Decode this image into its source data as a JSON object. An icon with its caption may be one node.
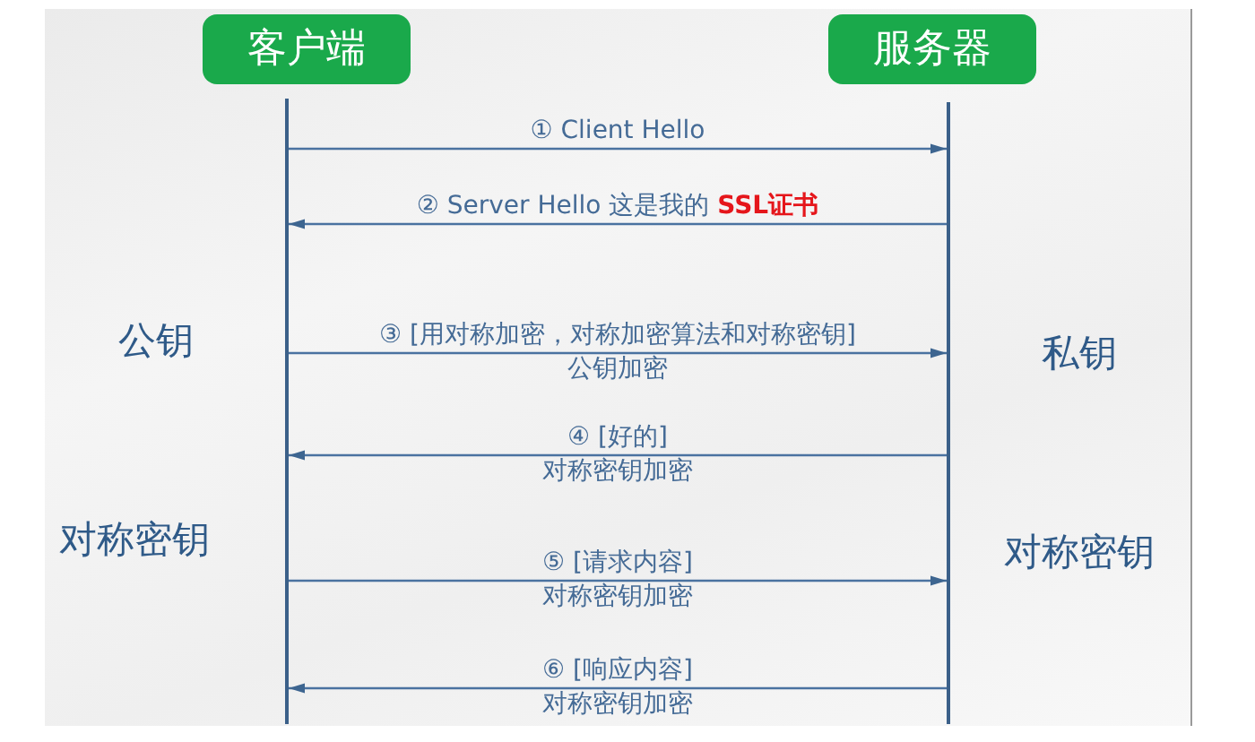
{
  "diagram": {
    "nodes": [
      {
        "text": [
          "客户端"
        ]
      },
      {
        "text": [
          "服务器"
        ]
      },
      {
        "text": [],
        "shape": "bar"
      },
      {
        "text": [],
        "shape": "bar"
      }
    ],
    "edges": [
      {
        "from": 2,
        "to": 3,
        "arrow": "to",
        "label": "① Client Hello"
      },
      {
        "from": 3,
        "to": 2,
        "arrow": "to",
        "label": "② Server Hello 这是我的 **SSL证书**"
      },
      {
        "from": 2,
        "to": 3,
        "arrow": "to",
        "label": "③ [用对称加密，对称加密算法和对称密钥]"
      },
      {
        "from": 3,
        "to": 2,
        "arrow": "to",
        "label": "④ [好的]"
      },
      {
        "from": 2,
        "to": 3,
        "arrow": "to",
        "label": "⑤ [请求内容]"
      },
      {
        "from": 3,
        "to": 2,
        "arrow": "to",
        "label": "⑥ [响应内容]"
      }
    ],
    "labels": [
      "公钥",
      "私钥",
      "公钥加密",
      "对称密钥加密",
      "对称密钥",
      "对称密钥",
      "对称密钥加密",
      "对称密钥加密"
    ]
  }
}
